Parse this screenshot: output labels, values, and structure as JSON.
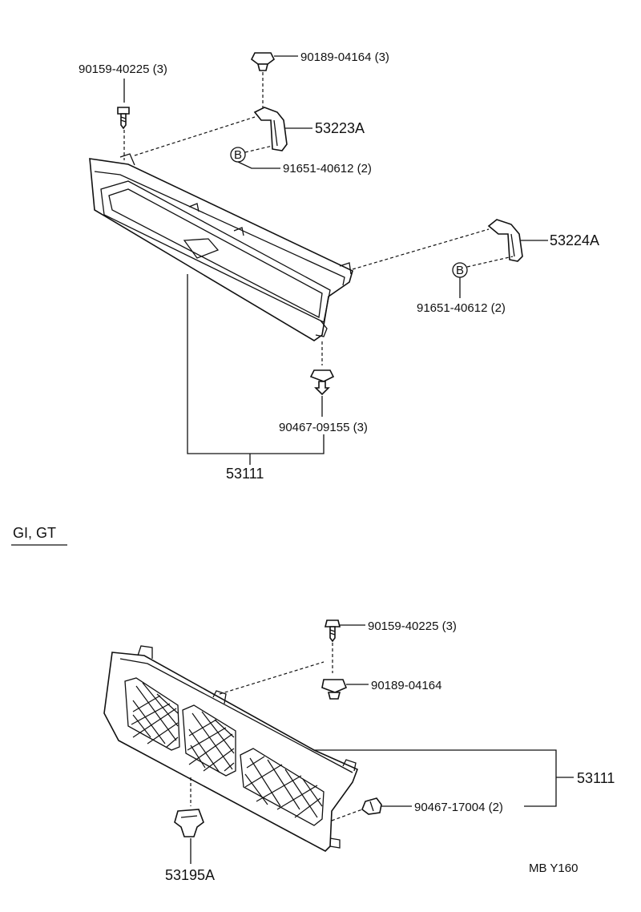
{
  "top": {
    "labels": {
      "bolt_top_left": "90159-40225 (3)",
      "clip_top": "90189-04164 (3)",
      "bracket_left": "53223A",
      "screw_left": "91651-40612 (2)",
      "bracket_right": "53224A",
      "screw_right": "91651-40612 (2)",
      "nut_bottom": "90467-09155 (3)",
      "grille": "53111"
    },
    "marker": "B"
  },
  "variant": {
    "label": "GI, GT"
  },
  "bottom": {
    "labels": {
      "bolt": "90159-40225 (3)",
      "clip": "90189-04164",
      "grille": "53111",
      "retainer": "90467-17004 (2)",
      "bracket": "53195A"
    }
  },
  "footer": {
    "code": "MB Y160"
  }
}
